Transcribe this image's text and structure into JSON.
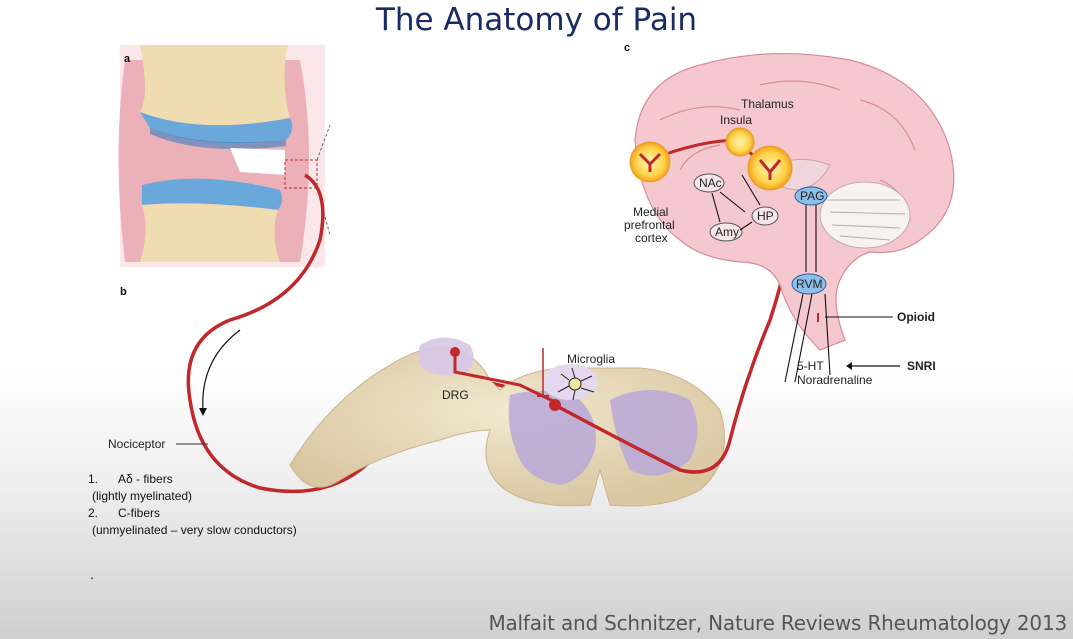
{
  "title": "The Anatomy of  Pain",
  "panels": {
    "a": "a",
    "b": "b",
    "c": "c"
  },
  "labels": {
    "thalamus": "Thalamus",
    "insula": "Insula",
    "nac": "NAc",
    "hp": "HP",
    "amy": "Amy",
    "pag": "PAG",
    "rvm": "RVM",
    "medial1": "Medial",
    "medial2": "prefrontal",
    "medial3": "cortex",
    "opioid": "Opioid",
    "snri": "SNRI",
    "ht": "5-HT",
    "noradrenaline": "Noradrenaline",
    "microglia": "Microglia",
    "drg": "DRG",
    "nociceptor": "Nociceptor"
  },
  "fiber_list": [
    {
      "num": "1.",
      "name": "Aδ - fibers",
      "detail": "(lightly myelinated)"
    },
    {
      "num": "2.",
      "name": "C-fibers",
      "detail": "(unmyelinated – very slow conductors)"
    }
  ],
  "dot": ".",
  "citation": "Malfait and Schnitzer, Nature Reviews Rheumatology 2013",
  "colors": {
    "title": "#1a2a66",
    "nerve": "#c0282b",
    "brain": "#f5c8cf",
    "cartilage": "#6aa8dc",
    "bone": "#efdcb0",
    "cord_gray": "#b8a8d8"
  }
}
